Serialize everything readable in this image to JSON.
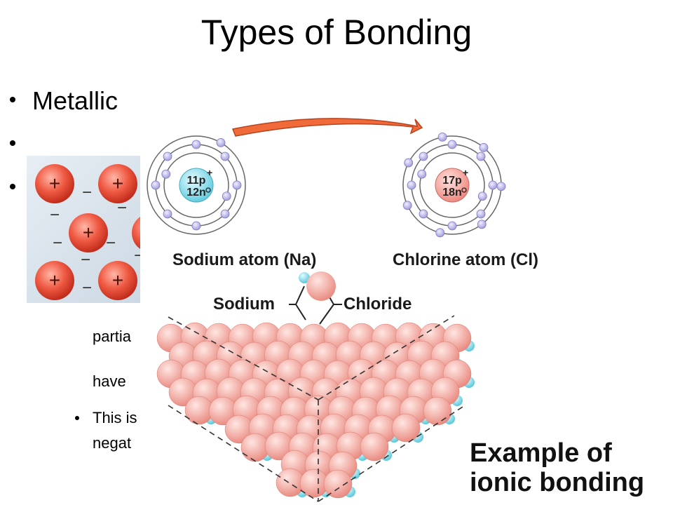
{
  "slide": {
    "title": "Types of Bonding",
    "bullets": [
      {
        "text": "Metallic"
      },
      {
        "text": ""
      },
      {
        "text": ""
      }
    ],
    "partial_lines": [
      "partia",
      "have",
      "This is",
      "negat"
    ]
  },
  "ionic_figure": {
    "sodium_nucleus": {
      "protons": "11p",
      "neutrons": "12n"
    },
    "chlorine_nucleus": {
      "protons": "17p",
      "neutrons": "18n"
    },
    "sodium_label": "Sodium atom (Na)",
    "chlorine_label": "Chlorine atom (Cl)",
    "lattice_sodium_label": "Sodium",
    "lattice_chloride_label": "Chloride",
    "caption_line1": "Example of",
    "caption_line2": "ionic bonding",
    "colors": {
      "electron": "#b7b3e6",
      "sodium_ion": "#f2aaa3",
      "chloride_ion": "#8fe0ea",
      "arrow": "#f06a3a"
    }
  },
  "metallic_figure": {
    "cation_symbol": "+",
    "electron_symbol": "−"
  }
}
